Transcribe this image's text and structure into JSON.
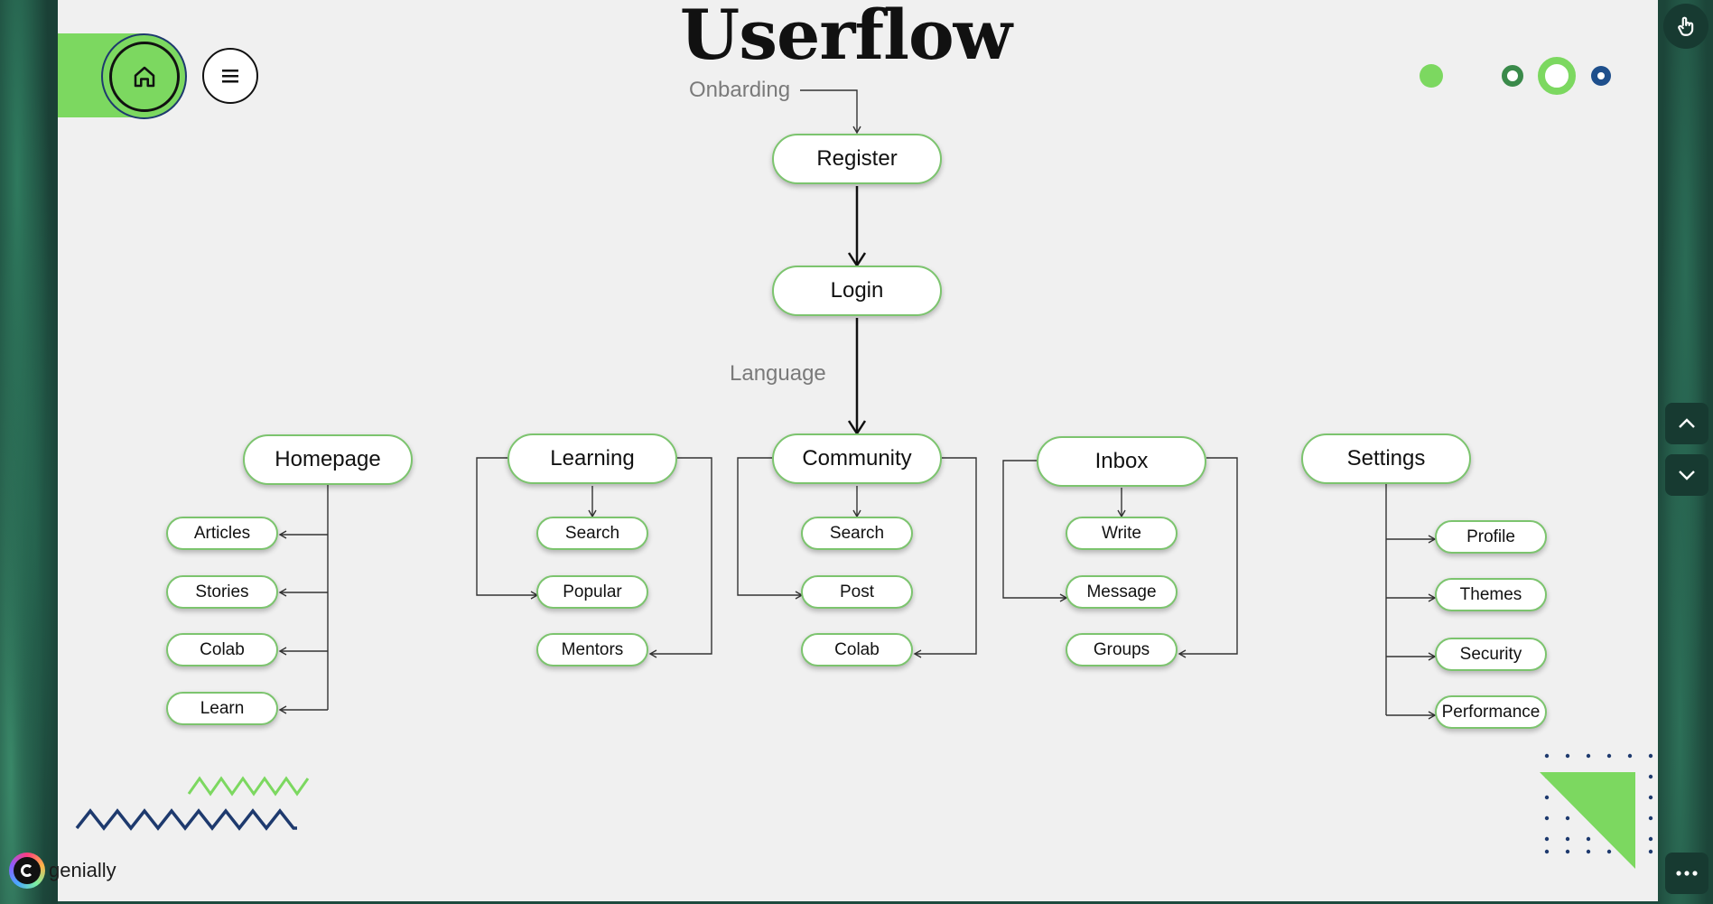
{
  "slide": {
    "title": "Userflow",
    "labels": {
      "onboarding": "Onbarding",
      "language": "Language"
    }
  },
  "flow": {
    "register": "Register",
    "login": "Login",
    "homepage": {
      "label": "Homepage",
      "children": [
        "Articles",
        "Stories",
        "Colab",
        "Learn"
      ]
    },
    "learning": {
      "label": "Learning",
      "children": [
        "Search",
        "Popular",
        "Mentors"
      ]
    },
    "community": {
      "label": "Community",
      "children": [
        "Search",
        "Post",
        "Colab"
      ]
    },
    "inbox": {
      "label": "Inbox",
      "children": [
        "Write",
        "Message",
        "Groups"
      ]
    },
    "settings": {
      "label": "Settings",
      "children": [
        "Profile",
        "Themes",
        "Security",
        "Performance"
      ]
    }
  },
  "brand": {
    "name": "genially"
  },
  "colors": {
    "accent_green": "#7cd860",
    "navy": "#1e3a6e",
    "node_border": "#7cc46e",
    "sidebar": "#173a31"
  },
  "icons": [
    "home-icon",
    "menu-icon",
    "touch-icon",
    "chevron-up-icon",
    "chevron-down-icon",
    "more-icon"
  ]
}
